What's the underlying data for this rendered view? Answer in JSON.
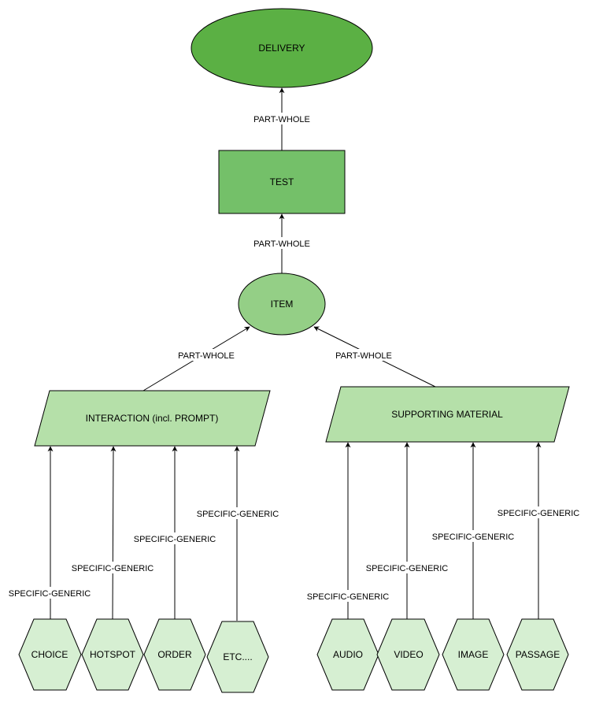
{
  "colors": {
    "delivery_fill": "#5bb044",
    "test_fill": "#74c069",
    "item_fill": "#94cf86",
    "middle_fill": "#b5e0a9",
    "leaf_fill": "#d6efd2",
    "stroke": "#000000",
    "background": "#ffffff"
  },
  "nodes": {
    "delivery": "DELIVERY",
    "test": "TEST",
    "item": "ITEM",
    "interaction": "INTERACTION (incl. PROMPT)",
    "supporting_material": "SUPPORTING MATERIAL",
    "choice": "CHOICE",
    "hotspot": "HOTSPOT",
    "order": "ORDER",
    "etc": "ETC....",
    "audio": "AUDIO",
    "video": "VIDEO",
    "image": "IMAGE",
    "passage": "PASSAGE"
  },
  "edges": {
    "test_to_delivery": "PART-WHOLE",
    "item_to_test": "PART-WHOLE",
    "interaction_to_item": "PART-WHOLE",
    "supporting_to_item": "PART-WHOLE",
    "choice_to_interaction": "SPECIFIC-GENERIC",
    "hotspot_to_interaction": "SPECIFIC-GENERIC",
    "order_to_interaction": "SPECIFIC-GENERIC",
    "etc_to_interaction": "SPECIFIC-GENERIC",
    "audio_to_supporting": "SPECIFIC-GENERIC",
    "video_to_supporting": "SPECIFIC-GENERIC",
    "image_to_supporting": "SPECIFIC-GENERIC",
    "passage_to_supporting": "SPECIFIC-GENERIC"
  }
}
